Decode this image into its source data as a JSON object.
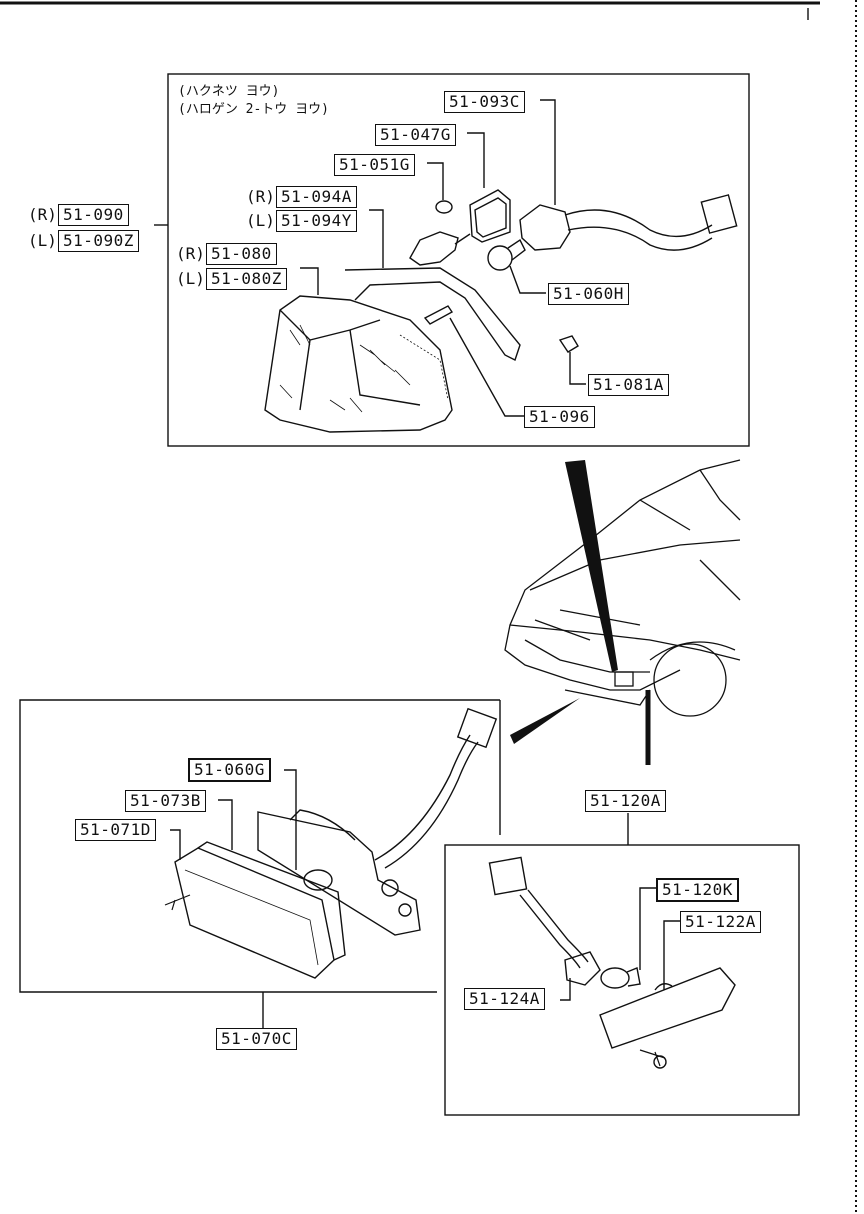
{
  "notes": {
    "line1": "(ハクネツ ヨウ)",
    "line2": "(ハロゲン 2-トウ ヨウ)"
  },
  "side_marks": {
    "r": "(R)",
    "l": "(L)"
  },
  "parts": {
    "p51_093C": "51-093C",
    "p51_047G": "51-047G",
    "p51_051G": "51-051G",
    "p51_094A": "51-094A",
    "p51_094Y": "51-094Y",
    "p51_090": "51-090",
    "p51_090Z": "51-090Z",
    "p51_080": "51-080",
    "p51_080Z": "51-080Z",
    "p51_060H": "51-060H",
    "p51_081A": "51-081A",
    "p51_096": "51-096",
    "p51_060G": "51-060G",
    "p51_073B": "51-073B",
    "p51_071D": "51-071D",
    "p51_070C": "51-070C",
    "p51_120A": "51-120A",
    "p51_120K": "51-120K",
    "p51_122A": "51-122A",
    "p51_124A": "51-124A"
  }
}
